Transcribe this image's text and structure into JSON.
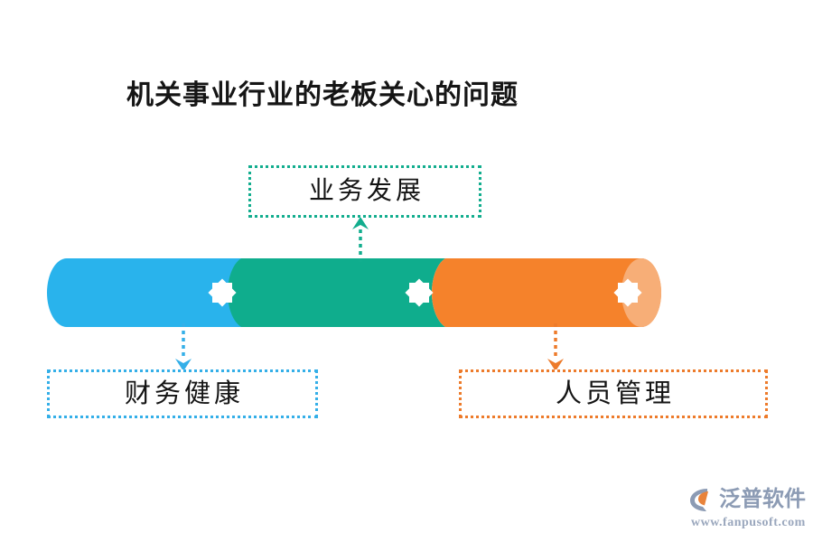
{
  "page": {
    "title": "机关事业行业的老板关心的问题",
    "background_color": "#FFFFFF"
  },
  "diagram": {
    "type": "cylinder-segmented-callout",
    "cylinder": {
      "segments": [
        {
          "id": "finance",
          "name": "财务健康",
          "color": "#29B3EC",
          "cap_color": "#7ACFF2",
          "icon": "eight-point-star-icon"
        },
        {
          "id": "business",
          "name": "业务发展",
          "color": "#0FAD8D",
          "cap_color": "#6BCFBB",
          "icon": "eight-point-star-icon"
        },
        {
          "id": "personnel",
          "name": "人员管理",
          "color": "#F5822B",
          "cap_color": "#F7AE77",
          "icon": "eight-point-star-icon"
        }
      ]
    },
    "callouts": [
      {
        "id": "business",
        "label": "业务发展",
        "border_color": "#12AD8E",
        "arrow_color": "#12AD8E",
        "arrow_direction": "up",
        "position": "top-center"
      },
      {
        "id": "finance",
        "label": "财务健康",
        "border_color": "#34AFE8",
        "arrow_color": "#34AFE8",
        "arrow_direction": "down",
        "position": "bottom-left"
      },
      {
        "id": "personnel",
        "label": "人员管理",
        "border_color": "#ED7B2B",
        "arrow_color": "#ED7B2B",
        "arrow_direction": "down",
        "position": "bottom-right"
      }
    ]
  },
  "watermark": {
    "brand_name": "泛普软件",
    "url": "www.fanpusoft.com",
    "mark_color": "#8C9BB4",
    "mark_accent_color": "#E8833B",
    "text_color": "#9AA7BD"
  }
}
